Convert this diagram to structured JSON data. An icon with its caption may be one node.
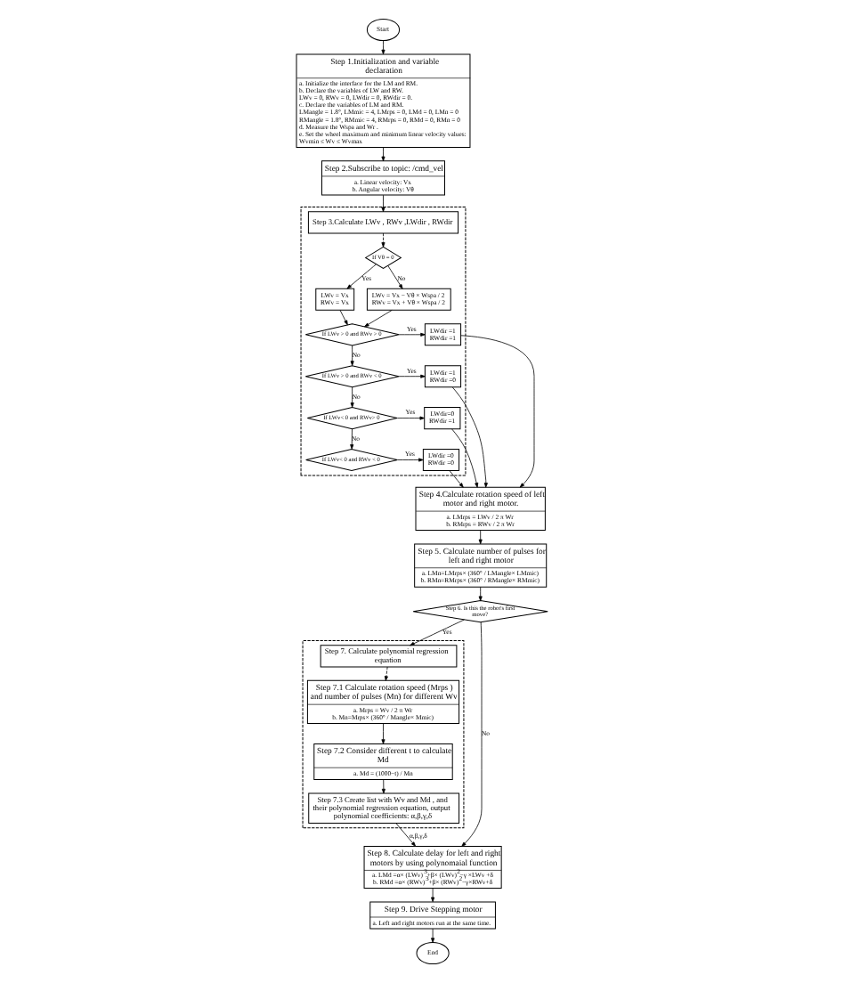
{
  "diagram": {
    "nodes": [
      {
        "text": [
          "Start"
        ]
      },
      {
        "text": [
          "Step 1.Initialization and variable declaration",
          "a. Initialize the interface for the LM and RM.",
          "b. Declare the variables of LW and RW.",
          "LWv = 0, RWv = 0, LWdir = 0, RWdir = 0.",
          "c. Declare the variables of LM and RM.",
          "LMangle = 1.8°, LMmic = 4, LMrps = 0, LMd = 0, LMn = 0",
          "RMangle = 1.8°, RMmic = 4, RMrps = 0, RMd = 0, RMn = 0",
          "d. Measure the Wspa and Wr .",
          "e. Set the wheel maximum and minimum linear velocity values: Wvmin ≤ Wv ≤ Wvmax"
        ]
      },
      {
        "text": [
          "Step 2.Subscribe to topic: /cmd_vel",
          "a. Linear velocity: Vx",
          "b. Angular velocity: Vθ"
        ]
      },
      {
        "text": [
          "Step 3.Calculate LWv , RWv ,LWdir , RWdir"
        ]
      },
      {
        "text": [
          "If Vθ = 0"
        ],
        "in": 3
      },
      {
        "text": [
          "LWv = Vx",
          "RWv = Vx"
        ],
        "in": 3
      },
      {
        "text": [
          "LWv = Vx − Vθ × Wspa / 2",
          "RWv = Vx + Vθ × Wspa / 2"
        ],
        "in": 3
      },
      {
        "text": [
          "If LWv > 0 and RWv > 0"
        ],
        "in": 3
      },
      {
        "text": [
          "LWdir =1",
          "RWdir =1"
        ],
        "in": 3
      },
      {
        "text": [
          "If LWv > 0 and RWv < 0"
        ],
        "in": 3
      },
      {
        "text": [
          "LWdir =1",
          "RWdir =0"
        ],
        "in": 3
      },
      {
        "text": [
          "If LWv< 0 and RWv> 0"
        ],
        "in": 3
      },
      {
        "text": [
          "LWdir=0",
          "RWdir =1"
        ],
        "in": 3
      },
      {
        "text": [
          "If LWv< 0 and RWv < 0"
        ],
        "in": 3
      },
      {
        "text": [
          "LWdir =0",
          "RWdir =0"
        ],
        "in": 3
      },
      {
        "text": [
          "Step 4.Calculate rotation speed of left motor and right motor.",
          "a. LMrps = LWv / 2 π Wr",
          "b. RMrps = RWv / 2 π Wr"
        ]
      },
      {
        "text": [
          "Step 5. Calculate number of pulses for left and right motor",
          "a. LMn=LMrps× (360° / LMangle× LMmic)",
          "b. RMn=RMrps× (360° / RMangle× RMmic)"
        ]
      },
      {
        "text": [
          "Step 6. Is this the robot's first move?"
        ]
      },
      {
        "text": [
          "Step 7. Calculate polynomial regression equation"
        ]
      },
      {
        "text": [
          "Step 7.1 Calculate rotation speed (Mrps ) and number of pulses (Mn) for different Wv",
          "a. Mrps = Wv / 2 π Wr",
          "b. Mn=Mrps× (360° / Mangle× Mmic)"
        ],
        "in": 18
      },
      {
        "text": [
          "Step 7.2 Consider different t to calculate Md",
          "a. Md = (1000−t) / Mn"
        ],
        "in": 18
      },
      {
        "text": [
          "Step 7.3 Create list with Wv and Md , and their polynomial regression equation, output polynomial coefficients: α,β,γ,δ"
        ],
        "in": 18
      },
      {
        "text": [
          "Step 8. Calculate delay for left and right motors by using polynomaial function",
          "a. LMd =α× (LWv)$^{3}$+β× (LWv)$^{2}$−γ ×LWv +δ",
          "b. RMd =α× (RWv)$^{3}$+β× (RWv)$^{2}$−γ×RWv+δ"
        ]
      },
      {
        "text": [
          "Step 9. Drive Stepping motor",
          "a. Left and right motors run at the same time."
        ]
      },
      {
        "text": [
          "End"
        ]
      }
    ],
    "edges": [
      {
        "from": 0,
        "to": 1,
        "arrow": "to"
      },
      {
        "from": 1,
        "to": 2,
        "arrow": "to"
      },
      {
        "from": 2,
        "to": 3,
        "arrow": "to"
      },
      {
        "from": 3,
        "to": 4,
        "arrow": "to",
        "style": "dashed"
      },
      {
        "from": 4,
        "to": 5,
        "arrow": "to",
        "label": "Yes"
      },
      {
        "from": 4,
        "to": 6,
        "arrow": "to",
        "label": "No"
      },
      {
        "from": 5,
        "to": 7,
        "arrow": "to"
      },
      {
        "from": 6,
        "to": 7,
        "arrow": "to"
      },
      {
        "from": 7,
        "to": 8,
        "arrow": "to",
        "label": "Yes"
      },
      {
        "from": 7,
        "to": 9,
        "arrow": "to",
        "label": "No"
      },
      {
        "from": 9,
        "to": 10,
        "arrow": "to",
        "label": "Yes"
      },
      {
        "from": 9,
        "to": 11,
        "arrow": "to",
        "label": "No"
      },
      {
        "from": 11,
        "to": 12,
        "arrow": "to",
        "label": "Yes"
      },
      {
        "from": 11,
        "to": 13,
        "arrow": "to",
        "label": "No"
      },
      {
        "from": 13,
        "to": 14,
        "arrow": "to",
        "label": "Yes"
      },
      {
        "from": 8,
        "to": 15,
        "arrow": "to"
      },
      {
        "from": 10,
        "to": 15,
        "arrow": "to"
      },
      {
        "from": 12,
        "to": 15,
        "arrow": "to"
      },
      {
        "from": 14,
        "to": 15,
        "arrow": "to"
      },
      {
        "from": 15,
        "to": 16,
        "arrow": "to"
      },
      {
        "from": 16,
        "to": 17,
        "arrow": "to"
      },
      {
        "from": 17,
        "to": 22,
        "arrow": "to",
        "label": "No"
      },
      {
        "from": 17,
        "to": 18,
        "arrow": "to",
        "label": "Yes"
      },
      {
        "from": 18,
        "to": 19,
        "arrow": "to",
        "style": "dashed"
      },
      {
        "from": 19,
        "to": 20,
        "arrow": "to"
      },
      {
        "from": 20,
        "to": 21,
        "arrow": "to"
      },
      {
        "from": 21,
        "to": 22,
        "arrow": "to",
        "label": "α,β,γ,δ"
      },
      {
        "from": 22,
        "to": 23,
        "arrow": "to"
      },
      {
        "from": 23,
        "to": 24,
        "arrow": "to"
      }
    ]
  }
}
